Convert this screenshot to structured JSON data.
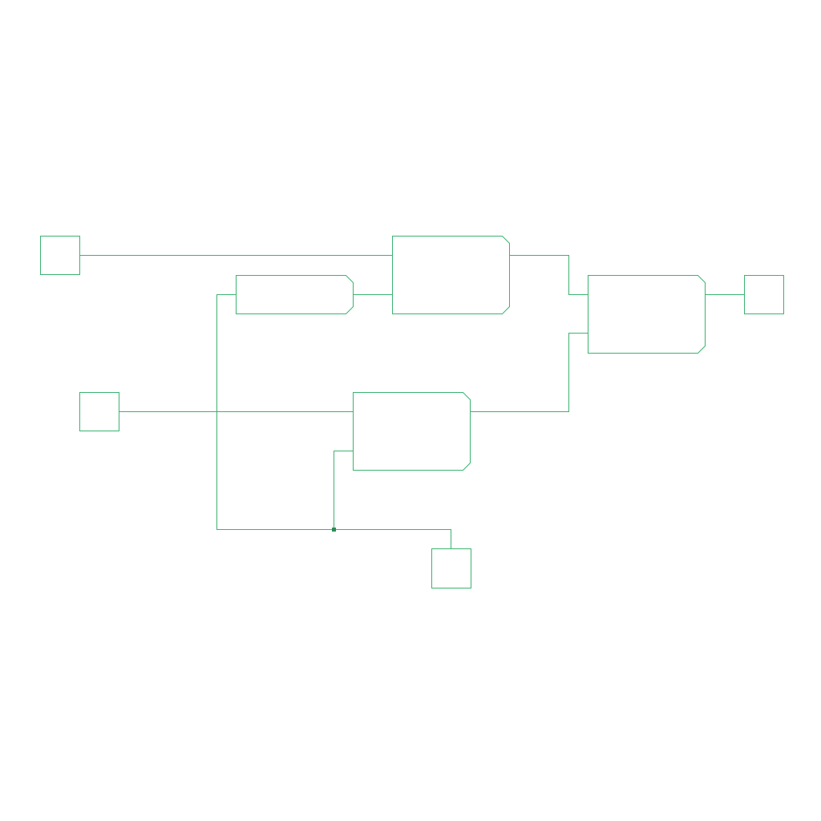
{
  "diagram": {
    "stroke_color": "#3cb371",
    "junction_color": "#2e8b57",
    "ports": [
      {
        "id": "in-1"
      },
      {
        "id": "in-2"
      },
      {
        "id": "in-3"
      },
      {
        "id": "out-1"
      }
    ],
    "gates": [
      {
        "id": "gate-1"
      },
      {
        "id": "gate-2"
      },
      {
        "id": "gate-3"
      },
      {
        "id": "gate-4"
      }
    ],
    "wires": [
      {
        "id": "wire-1"
      },
      {
        "id": "wire-2"
      },
      {
        "id": "wire-3"
      },
      {
        "id": "wire-4"
      },
      {
        "id": "wire-5"
      },
      {
        "id": "wire-6"
      },
      {
        "id": "wire-7"
      },
      {
        "id": "wire-8"
      }
    ],
    "junctions": [
      {
        "id": "junction-1"
      }
    ]
  }
}
